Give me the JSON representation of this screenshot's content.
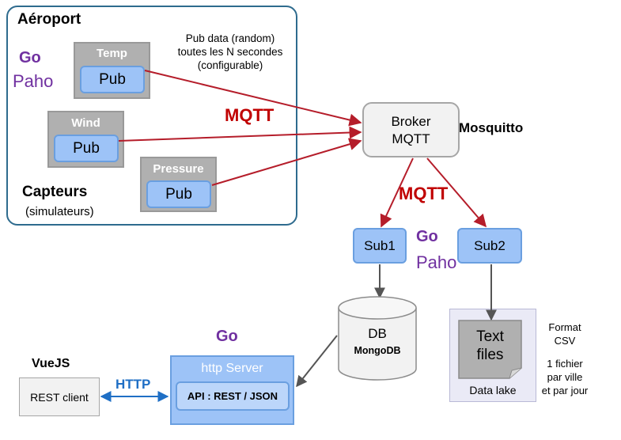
{
  "airport": {
    "title": "Aéroport",
    "go": "Go",
    "paho": "Paho",
    "sensors_title": "Capteurs",
    "sensors_subtitle": "(simulateurs)",
    "pub_note": [
      "Pub data (random)",
      "toutes les N secondes",
      "(configurable)"
    ],
    "sensors": [
      {
        "name": "Temp",
        "pub": "Pub"
      },
      {
        "name": "Wind",
        "pub": "Pub"
      },
      {
        "name": "Pressure",
        "pub": "Pub"
      }
    ]
  },
  "mqtt_label_top": "MQTT",
  "mqtt_label_bottom": "MQTT",
  "broker": {
    "line1": "Broker",
    "line2": "MQTT",
    "name": "Mosquitto"
  },
  "subscribers": {
    "go": "Go",
    "paho": "Paho",
    "sub1": "Sub1",
    "sub2": "Sub2"
  },
  "db": {
    "label": "DB",
    "name": "MongoDB"
  },
  "data_lake": {
    "file_line1": "Text",
    "file_line2": "files",
    "label": "Data lake"
  },
  "format_note": {
    "format": "Format",
    "type": "CSV",
    "detail": [
      "1 fichier",
      "par ville",
      "et par jour"
    ]
  },
  "server": {
    "go": "Go",
    "title": "http Server",
    "api": "API : REST / JSON"
  },
  "client": {
    "framework": "VueJS",
    "label": "REST client",
    "protocol": "HTTP"
  },
  "colors": {
    "go": "#7030a0",
    "mqtt": "#c00000",
    "http": "#1f6fc5",
    "box_blue": "#9dc3f7",
    "frame": "#2e6b8e"
  }
}
